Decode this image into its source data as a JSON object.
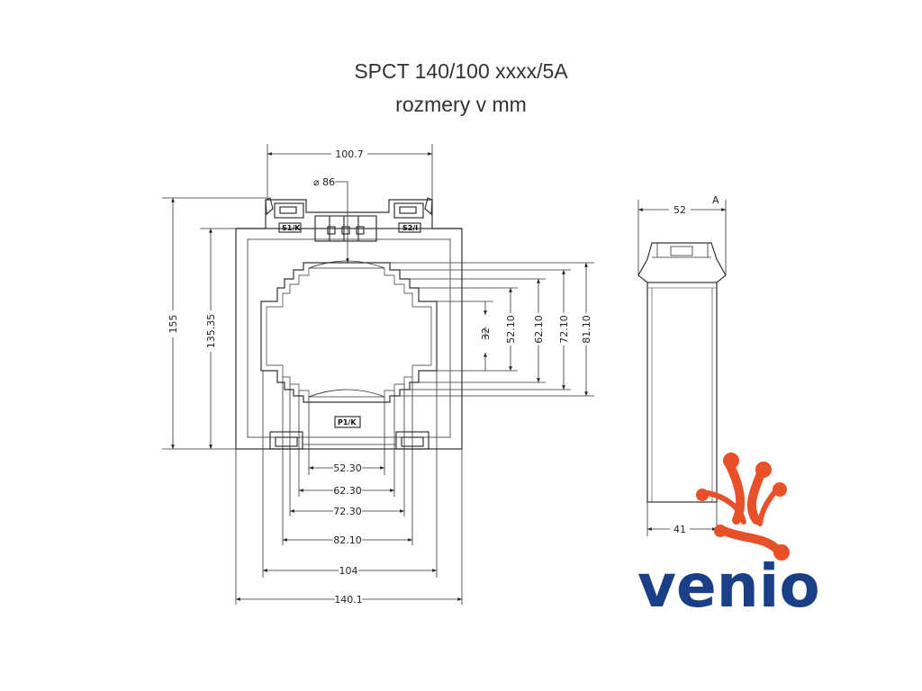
{
  "title": "SPCT 140/100 xxxx/5A",
  "subtitle": "rozmery v mm",
  "front_view": {
    "top_width": "100.7",
    "window_diameter": "⌀ 86",
    "height_total": "155",
    "height_body": "135.35",
    "bottom_dims": [
      "52.30",
      "62.30",
      "72.30",
      "82.10",
      "104",
      "140.1"
    ],
    "right_dims": [
      "32",
      "52.10",
      "62.10",
      "72.10",
      "81.10"
    ],
    "terminal_s1": "S1/K",
    "terminal_s2": "S2/l",
    "terminal_p1": "P1/K"
  },
  "side_view": {
    "depth_top": "52",
    "depth_bottom": "41",
    "marker_a": "A"
  },
  "logo": {
    "text": "venio",
    "color_text": "#1a3f86",
    "color_mark": "#e8502a"
  }
}
